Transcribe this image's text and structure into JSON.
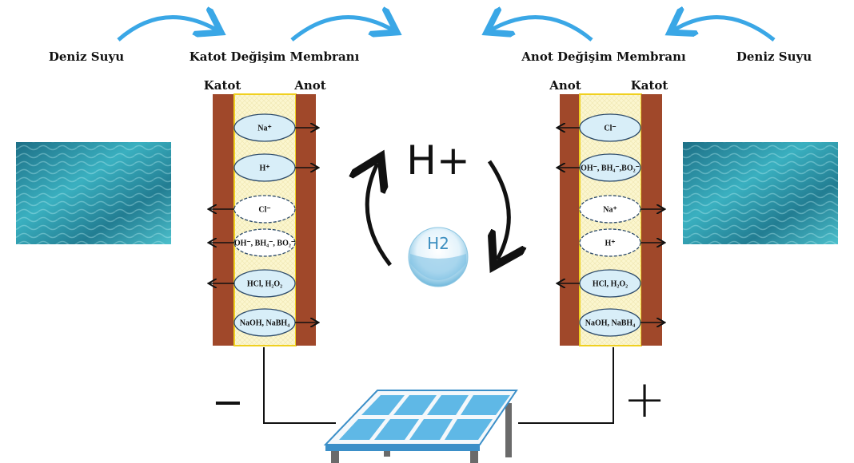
{
  "labels": {
    "seawater_left": "Deniz Suyu",
    "cation_membrane": "Katot Değişim Membranı",
    "anion_membrane": "Anot Değişim Membranı",
    "seawater_right": "Deniz Suyu"
  },
  "left_cell": {
    "left_electrode": "Katot",
    "right_electrode": "Anot",
    "ions": [
      {
        "label": "Na⁺",
        "direction": "right",
        "style": "solid"
      },
      {
        "label": "H⁺",
        "direction": "right",
        "style": "solid"
      },
      {
        "label": "Cl⁻",
        "direction": "left",
        "style": "dashed"
      },
      {
        "label": "OH⁻, BH₄⁻, BO₂⁻",
        "direction": "left",
        "style": "dashed"
      },
      {
        "label": "HCl, H₂O₂",
        "direction": "left",
        "style": "solid"
      },
      {
        "label": "NaOH, NaBH₄",
        "direction": "right",
        "style": "solid"
      }
    ]
  },
  "right_cell": {
    "left_electrode": "Anot",
    "right_electrode": "Katot",
    "ions": [
      {
        "label": "Cl⁻",
        "direction": "left",
        "style": "solid"
      },
      {
        "label": "OH⁻, BH₄⁻,BO₂⁻",
        "direction": "left",
        "style": "solid"
      },
      {
        "label": "Na⁺",
        "direction": "right",
        "style": "dashed"
      },
      {
        "label": "H⁺",
        "direction": "right",
        "style": "dashed"
      },
      {
        "label": "HCl, H₂O₂",
        "direction": "left",
        "style": "solid"
      },
      {
        "label": "NaOH, NaBH₄",
        "direction": "right",
        "style": "solid"
      }
    ]
  },
  "center": {
    "proton": "H+",
    "hydrogen": "H2"
  },
  "polarity": {
    "negative": "−",
    "positive": "+"
  },
  "colors": {
    "electrode": "#a0482a",
    "membrane": "#fbf6cf",
    "membrane_border": "#f0d020",
    "ion_fill": "#d8eef8",
    "arrow_blue": "#3aa7e6",
    "water": "#2a8fa0",
    "panel": "#5fb8e6"
  }
}
